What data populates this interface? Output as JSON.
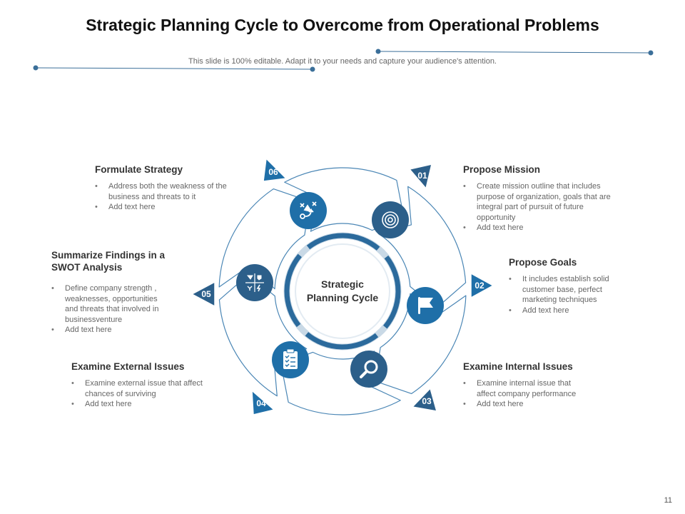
{
  "title": "Strategic Planning Cycle to Overcome from Operational Problems",
  "subtitle": "This slide is 100% editable. Adapt it to your needs and capture your audience's attention.",
  "center": {
    "line1": "Strategic",
    "line2": "Planning Cycle"
  },
  "colors": {
    "primary": "#1f6fa8",
    "dark": "#2c5f8a",
    "outline": "#4a86b5",
    "ring": "#2b6a9c"
  },
  "steps": [
    {
      "number": "01",
      "title": "Propose Mission",
      "icon": "target-icon",
      "bullets": [
        "Create mission outline that includes purpose of organization, goals that are integral part of pursuit of future opportunity",
        "Add text here"
      ]
    },
    {
      "number": "02",
      "title": "Propose Goals",
      "icon": "flag-icon",
      "bullets": [
        "It includes establish solid customer base, perfect marketing techniques",
        "Add text here"
      ]
    },
    {
      "number": "03",
      "title": "Examine Internal Issues",
      "icon": "magnifier-icon",
      "bullets": [
        "Examine internal issue that affect company performance",
        "Add text here"
      ]
    },
    {
      "number": "04",
      "title": "Examine External Issues",
      "icon": "clipboard-icon",
      "bullets": [
        "Examine external issue that affect chances of  surviving",
        "Add text here"
      ]
    },
    {
      "number": "05",
      "title": "Summarize Findings in a SWOT Analysis",
      "icon": "swot-icon",
      "bullets": [
        "Define company strength , weaknesses, opportunities and threats that involved in businessventure",
        "Add text here"
      ]
    },
    {
      "number": "06",
      "title": "Formulate Strategy",
      "icon": "strategy-icon",
      "bullets": [
        "Address both the weakness of the business and threats to it",
        "Add text here"
      ]
    }
  ],
  "page_number": "11"
}
